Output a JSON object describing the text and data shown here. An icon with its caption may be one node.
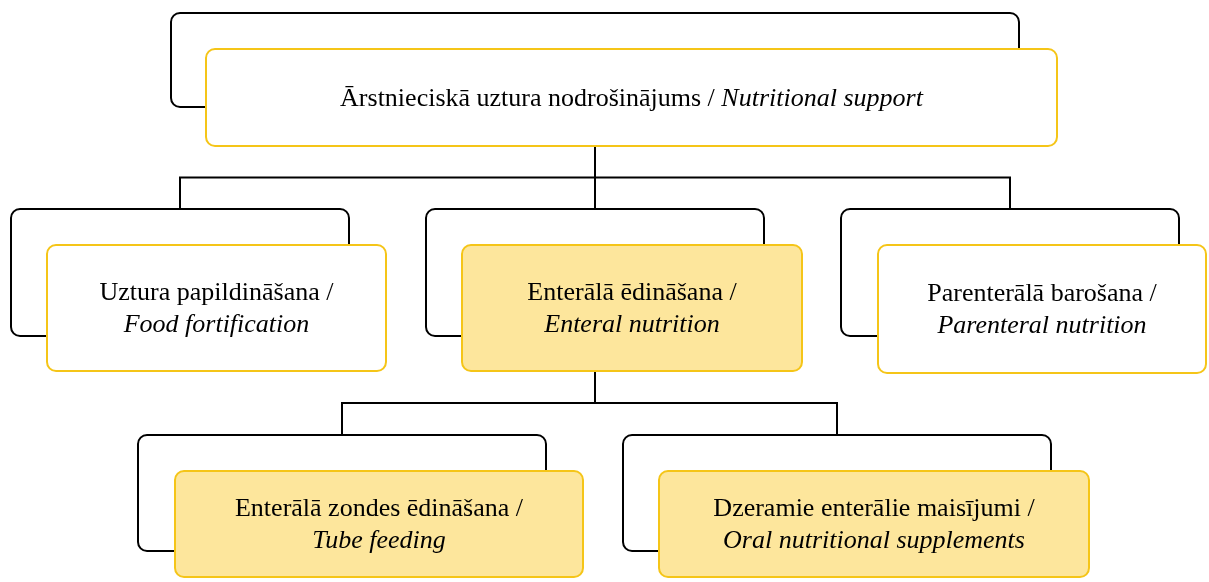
{
  "diagram": {
    "nodes": [
      {
        "text": [
          "Ārstnieciskā uztura nodrošinājums / *Nutritional support*"
        ]
      },
      {
        "text": [
          "Uztura papildināšana /",
          "Food fortification"
        ]
      },
      {
        "text": [
          "Enterālā ēdināšana /",
          "Enteral nutrition"
        ]
      },
      {
        "text": [
          "Parenterālā barošana /",
          "Parenteral nutrition"
        ]
      },
      {
        "text": [
          "Enterālā zondes ēdināšana /",
          "Tube feeding"
        ]
      },
      {
        "text": [
          "Dzeramie enterālie maisījumi /",
          "Oral nutritional supplements"
        ]
      }
    ],
    "edges": [
      {
        "from": 0,
        "to": 1,
        "arrow": "none"
      },
      {
        "from": 0,
        "to": 2,
        "arrow": "none"
      },
      {
        "from": 0,
        "to": 3,
        "arrow": "none"
      },
      {
        "from": 2,
        "to": 4,
        "arrow": "none"
      },
      {
        "from": 2,
        "to": 5,
        "arrow": "none"
      }
    ]
  }
}
